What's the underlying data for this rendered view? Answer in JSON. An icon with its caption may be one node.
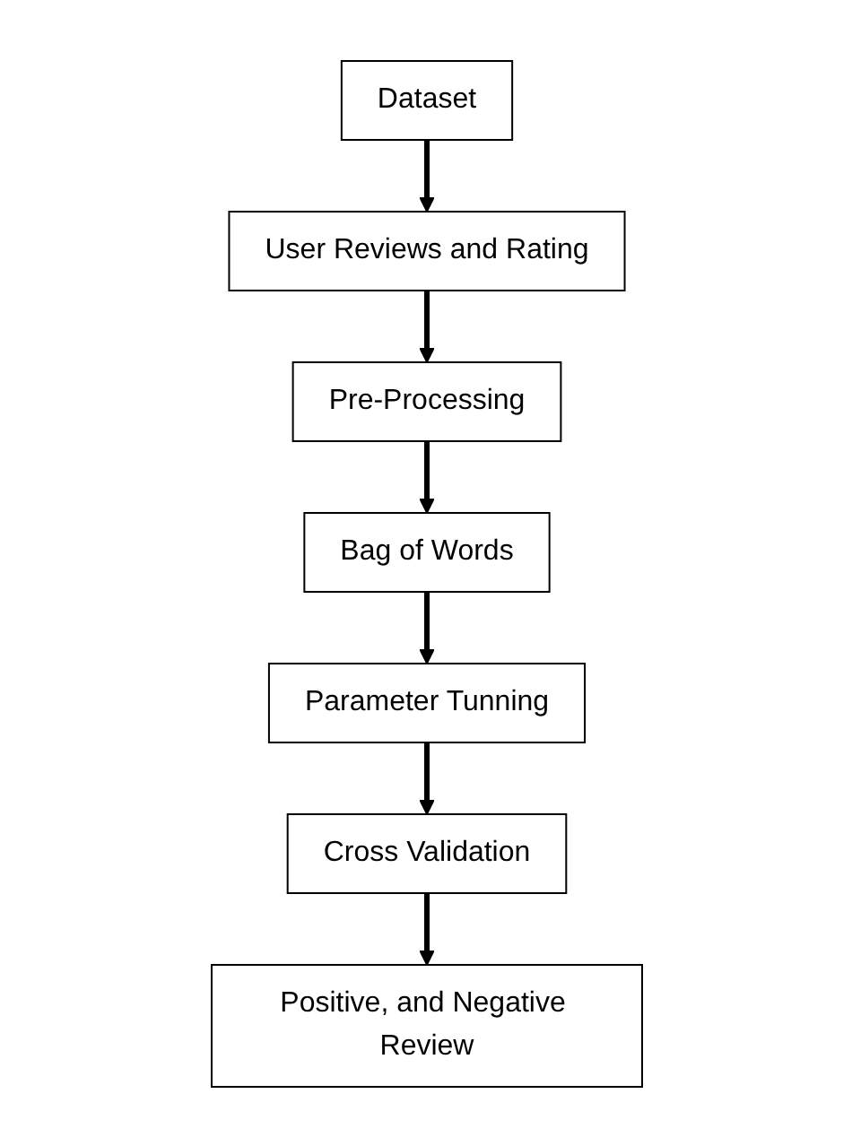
{
  "diagram": {
    "nodes": [
      {
        "text": [
          "Dataset"
        ]
      },
      {
        "text": [
          "User Reviews and Rating"
        ]
      },
      {
        "text": [
          "Pre-Processing"
        ]
      },
      {
        "text": [
          "Bag of Words"
        ]
      },
      {
        "text": [
          "Parameter Tunning"
        ]
      },
      {
        "text": [
          "Cross Validation"
        ]
      },
      {
        "text": [
          "Positive, and Negative Review"
        ]
      }
    ],
    "edges": [
      {
        "from": 0,
        "to": 1,
        "arrow": "to"
      },
      {
        "from": 1,
        "to": 2,
        "arrow": "to"
      },
      {
        "from": 2,
        "to": 3,
        "arrow": "to"
      },
      {
        "from": 3,
        "to": 4,
        "arrow": "to"
      },
      {
        "from": 4,
        "to": 5,
        "arrow": "to"
      },
      {
        "from": 5,
        "to": 6,
        "arrow": "to"
      }
    ]
  }
}
